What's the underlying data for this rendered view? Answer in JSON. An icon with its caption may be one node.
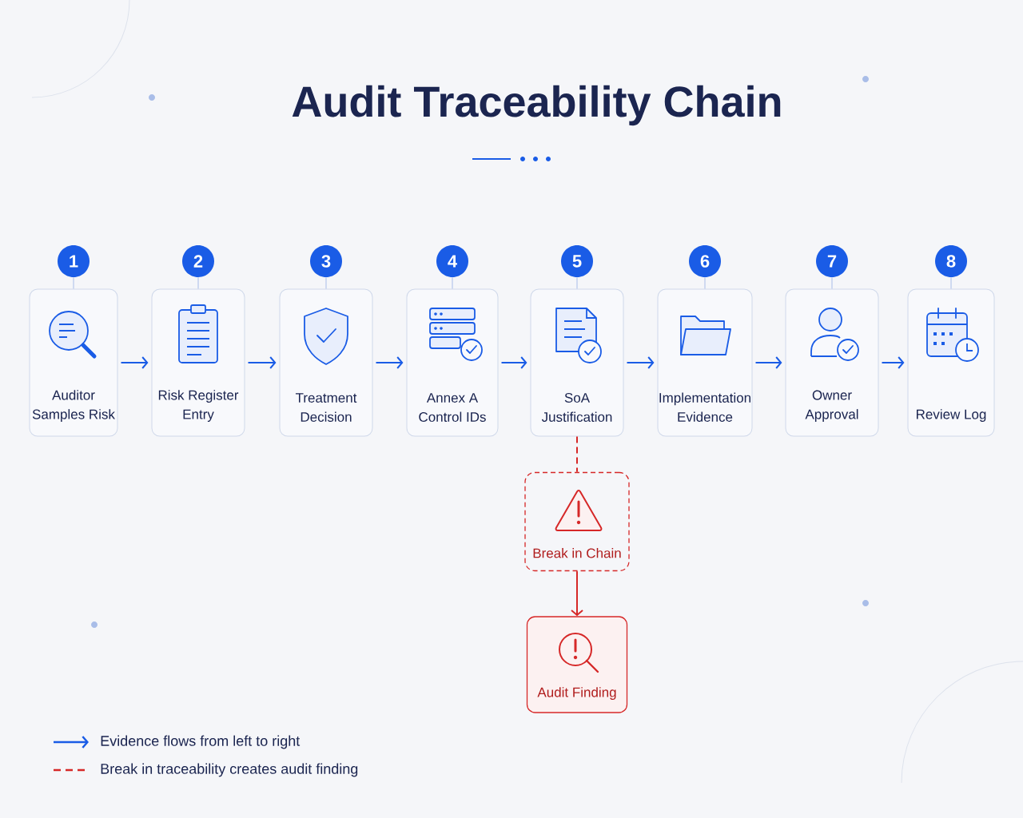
{
  "diagram": {
    "title": "Audit Traceability Chain",
    "nodes": [
      {
        "text": [
          "1"
        ]
      },
      {
        "text": [
          "2"
        ]
      },
      {
        "text": [
          "3"
        ]
      },
      {
        "text": [
          "4"
        ]
      },
      {
        "text": [
          "5"
        ]
      },
      {
        "text": [
          "6"
        ]
      },
      {
        "text": [
          "7"
        ]
      },
      {
        "text": [
          "8"
        ]
      },
      {
        "text": [
          "Auditor Samples Risk"
        ]
      },
      {
        "text": [
          "Risk Register Entry"
        ]
      },
      {
        "text": [
          "Treatment Decision"
        ]
      },
      {
        "text": [
          "Annex A Control IDs"
        ]
      },
      {
        "text": [
          "SoA Justification"
        ]
      },
      {
        "text": [
          "Implementation Evidence"
        ]
      },
      {
        "text": [
          "Owner Approval"
        ]
      },
      {
        "text": [
          "Review Log"
        ]
      },
      {
        "text": [
          "Break in Chain"
        ]
      },
      {
        "text": [
          "Audit Finding"
        ]
      }
    ],
    "edges": [
      {
        "from": 0,
        "to": 8,
        "arrow": "none",
        "color": "#a9bde8"
      },
      {
        "from": 1,
        "to": 9,
        "arrow": "none",
        "color": "#a9bde8"
      },
      {
        "from": 2,
        "to": 10,
        "arrow": "none",
        "color": "#a9bde8"
      },
      {
        "from": 3,
        "to": 11,
        "arrow": "none",
        "color": "#a9bde8"
      },
      {
        "from": 4,
        "to": 12,
        "arrow": "none",
        "color": "#a9bde8"
      },
      {
        "from": 5,
        "to": 13,
        "arrow": "none",
        "color": "#a9bde8"
      },
      {
        "from": 6,
        "to": 14,
        "arrow": "none",
        "color": "#a9bde8"
      },
      {
        "from": 7,
        "to": 15,
        "arrow": "none",
        "color": "#a9bde8"
      },
      {
        "from": 8,
        "to": 9,
        "arrow": "to",
        "color": "#1a5ce6"
      },
      {
        "from": 9,
        "to": 10,
        "arrow": "to",
        "color": "#1a5ce6"
      },
      {
        "from": 10,
        "to": 11,
        "arrow": "to",
        "color": "#1a5ce6"
      },
      {
        "from": 11,
        "to": 12,
        "arrow": "to",
        "color": "#1a5ce6"
      },
      {
        "from": 12,
        "to": 13,
        "arrow": "to",
        "color": "#1a5ce6"
      },
      {
        "from": 13,
        "to": 14,
        "arrow": "to",
        "color": "#1a5ce6"
      },
      {
        "from": 14,
        "to": 15,
        "arrow": "to",
        "color": "#1a5ce6"
      },
      {
        "from": 12,
        "to": 16,
        "arrow": "none",
        "style": "dashed",
        "color": "#d62828"
      },
      {
        "from": 16,
        "to": 17,
        "arrow": "to",
        "color": "#d62828"
      }
    ],
    "legend": [
      {
        "text": "Evidence flows from left to right"
      },
      {
        "text": "Break in traceability creates audit finding"
      }
    ]
  }
}
